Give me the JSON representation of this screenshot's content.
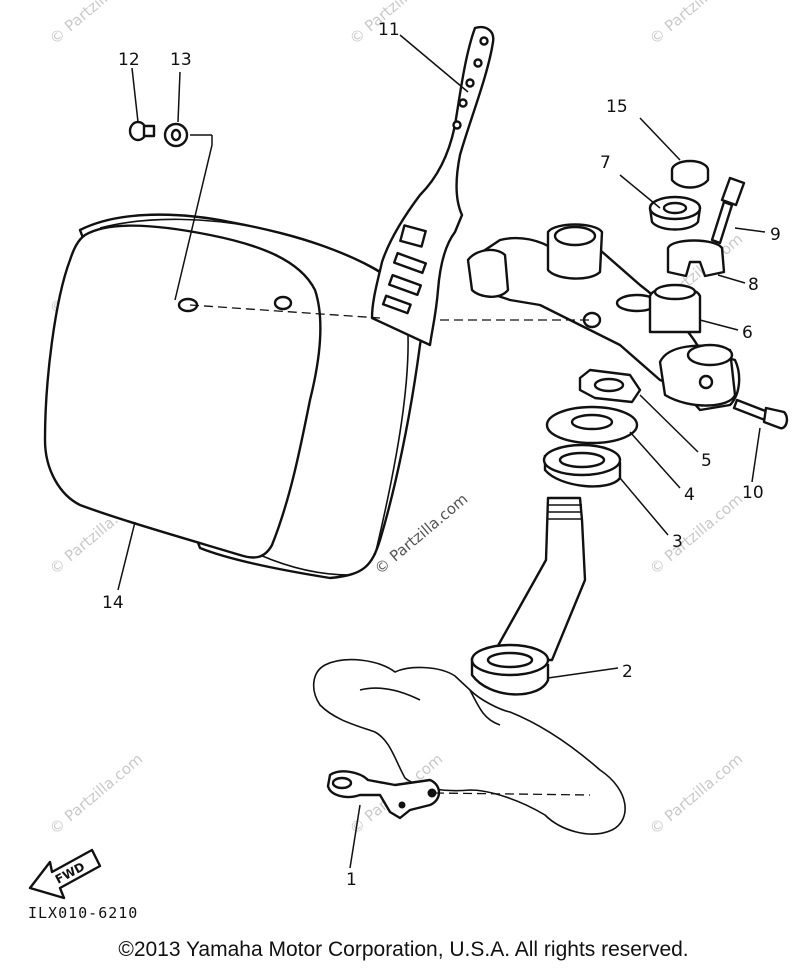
{
  "watermark": "© Partzilla.com",
  "diagram_code": "ILX010-6210",
  "fwd_label": "FWD",
  "copyright": "©2013  Yamaha Motor Corporation, U.S.A. All rights reserved.",
  "callouts": [
    "1",
    "2",
    "3",
    "4",
    "5",
    "6",
    "7",
    "8",
    "9",
    "10",
    "11",
    "12",
    "13",
    "14",
    "15"
  ]
}
